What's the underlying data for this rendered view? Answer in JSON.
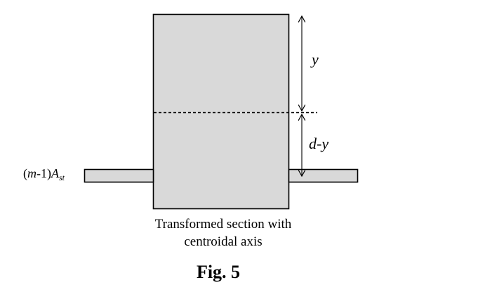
{
  "figure": {
    "steel_label": {
      "prefix": "(",
      "m": "m",
      "middle": "-1)",
      "A": "A",
      "subscript": "st"
    },
    "dim_top": "y",
    "dim_bottom": "d-y",
    "caption_line1": "Transformed section with",
    "caption_line2": "centroidal axis",
    "fig_label": "Fig. 5"
  },
  "colors": {
    "section_fill": "#d9d9d9",
    "stroke": "#000000",
    "background": "#ffffff"
  }
}
